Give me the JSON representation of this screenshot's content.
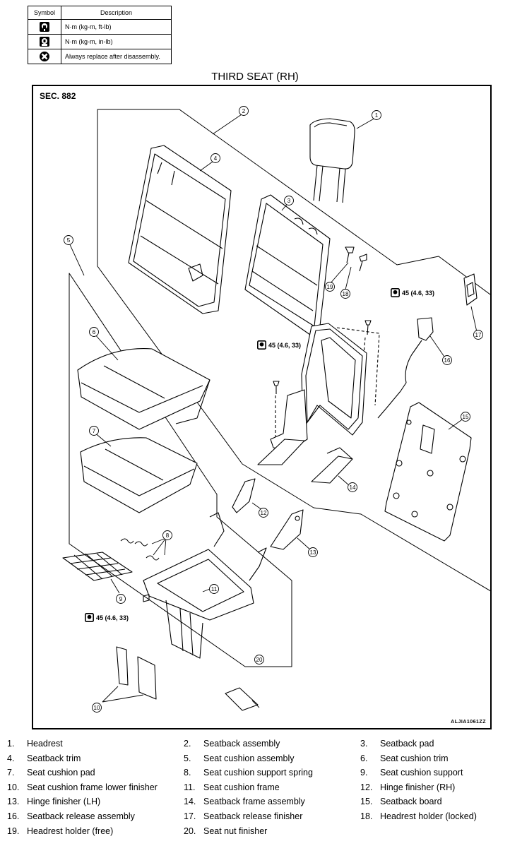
{
  "legend": {
    "header_symbol": "Symbol",
    "header_description": "Description",
    "rows": [
      {
        "icon": "torque-wrench-icon",
        "description": "N·m (kg-m, ft-lb)"
      },
      {
        "icon": "torque-wrench-small-icon",
        "description": "N·m (kg-m, in-lb)"
      },
      {
        "icon": "always-replace-icon",
        "description": "Always replace after disassembly."
      }
    ]
  },
  "title": "THIRD SEAT (RH)",
  "diagram": {
    "section": "SEC. 882",
    "code": "ALJIA1061ZZ",
    "torque_labels": [
      "45 (4.6, 33)",
      "45 (4.6, 33)",
      "45 (4.6, 33)"
    ],
    "callouts": [
      "1",
      "2",
      "3",
      "4",
      "5",
      "6",
      "7",
      "8",
      "9",
      "10",
      "11",
      "12",
      "13",
      "14",
      "15",
      "16",
      "17",
      "18",
      "19",
      "20"
    ]
  },
  "parts": [
    {
      "num": "1.",
      "name": "Headrest"
    },
    {
      "num": "2.",
      "name": "Seatback assembly"
    },
    {
      "num": "3.",
      "name": "Seatback pad"
    },
    {
      "num": "4.",
      "name": "Seatback trim"
    },
    {
      "num": "5.",
      "name": "Seat cushion assembly"
    },
    {
      "num": "6.",
      "name": "Seat cushion trim"
    },
    {
      "num": "7.",
      "name": "Seat cushion pad"
    },
    {
      "num": "8.",
      "name": "Seat cushion support spring"
    },
    {
      "num": "9.",
      "name": "Seat cushion support"
    },
    {
      "num": "10.",
      "name": "Seat cushion frame lower finisher"
    },
    {
      "num": "11.",
      "name": "Seat cushion frame"
    },
    {
      "num": "12.",
      "name": "Hinge finisher (RH)"
    },
    {
      "num": "13.",
      "name": "Hinge finisher (LH)"
    },
    {
      "num": "14.",
      "name": "Seatback frame assembly"
    },
    {
      "num": "15.",
      "name": "Seatback board"
    },
    {
      "num": "16.",
      "name": "Seatback release assembly"
    },
    {
      "num": "17.",
      "name": "Seatback release finisher"
    },
    {
      "num": "18.",
      "name": "Headrest holder (locked)"
    },
    {
      "num": "19.",
      "name": "Headrest holder (free)"
    },
    {
      "num": "20.",
      "name": "Seat nut finisher"
    }
  ]
}
